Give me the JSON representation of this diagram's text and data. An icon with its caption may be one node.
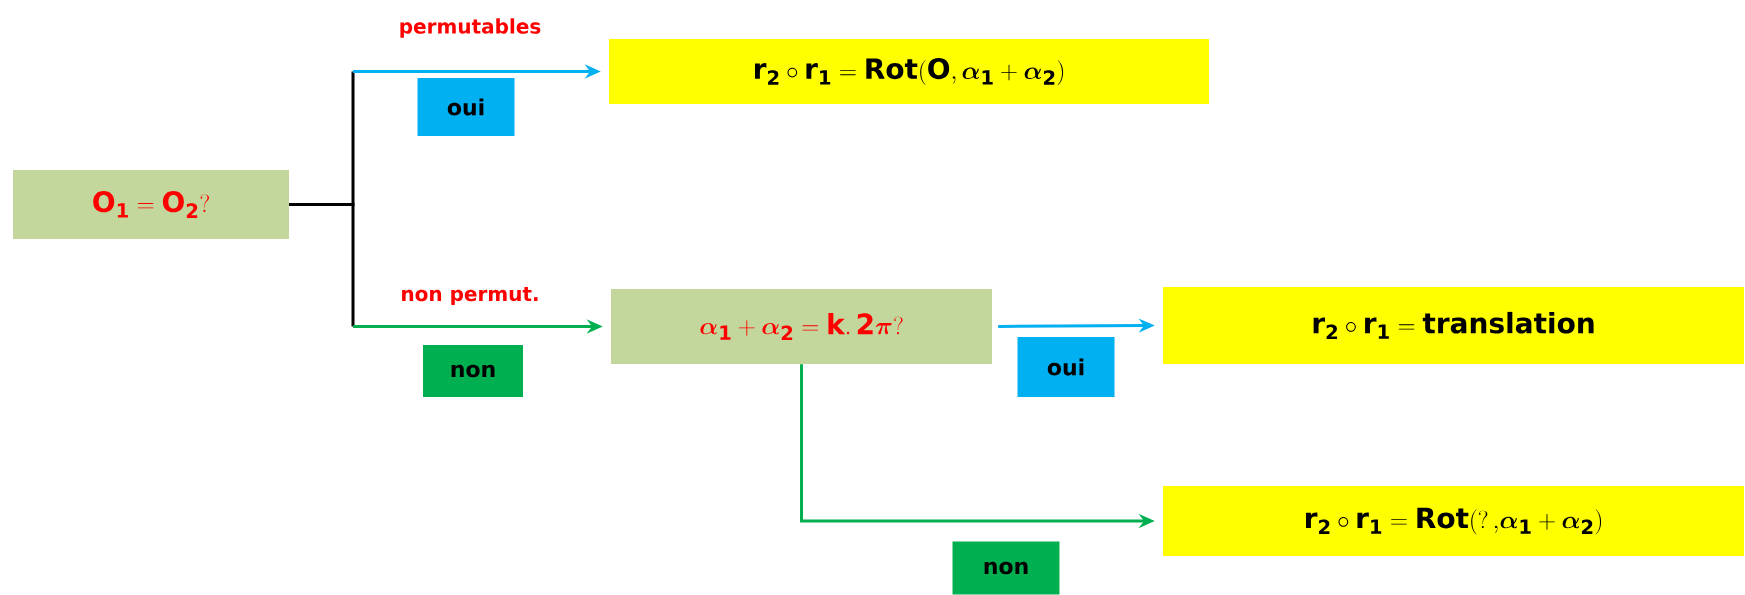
{
  "diagram": {
    "nodes": [
      {
        "text": [
          "\\mathbf{O_1 = O_2}?"
        ]
      },
      {
        "text": [
          "\\mathbf{r_2 \\circ r_1 = Rot(O,\\boldsymbol{\\alpha}_1 + \\boldsymbol{\\alpha}_2)}"
        ]
      },
      {
        "text": [
          "\\boldsymbol{\\alpha}_\\mathbf{1} + \\boldsymbol{\\alpha}_\\mathbf{2} = \\mathbf{k.\\,2}\\boldsymbol{\\pi}?"
        ]
      },
      {
        "text": [
          "\\mathbf{r_2 \\circ r_1 = translation}"
        ]
      },
      {
        "text": [
          "\\mathbf{r_2 \\circ r_1 = Rot(}?\\,\\mathbf{,}\\boldsymbol{\\alpha}_\\mathbf{1} + \\boldsymbol{\\alpha}_\\mathbf{2}\\mathbf{)}"
        ]
      }
    ],
    "edges": [
      {
        "from": 0,
        "to": 1,
        "arrow": "to",
        "label": "oui",
        "color": "#00b0f0"
      },
      {
        "from": 0,
        "to": 2,
        "arrow": "to",
        "label": "non",
        "color": "#00b050"
      },
      {
        "from": 2,
        "to": 3,
        "arrow": "to",
        "label": "oui",
        "color": "#00b0f0"
      },
      {
        "from": 2,
        "to": 4,
        "arrow": "to",
        "label": "non",
        "color": "#00b050"
      }
    ],
    "labels": [
      "permutables",
      "non permut."
    ]
  }
}
